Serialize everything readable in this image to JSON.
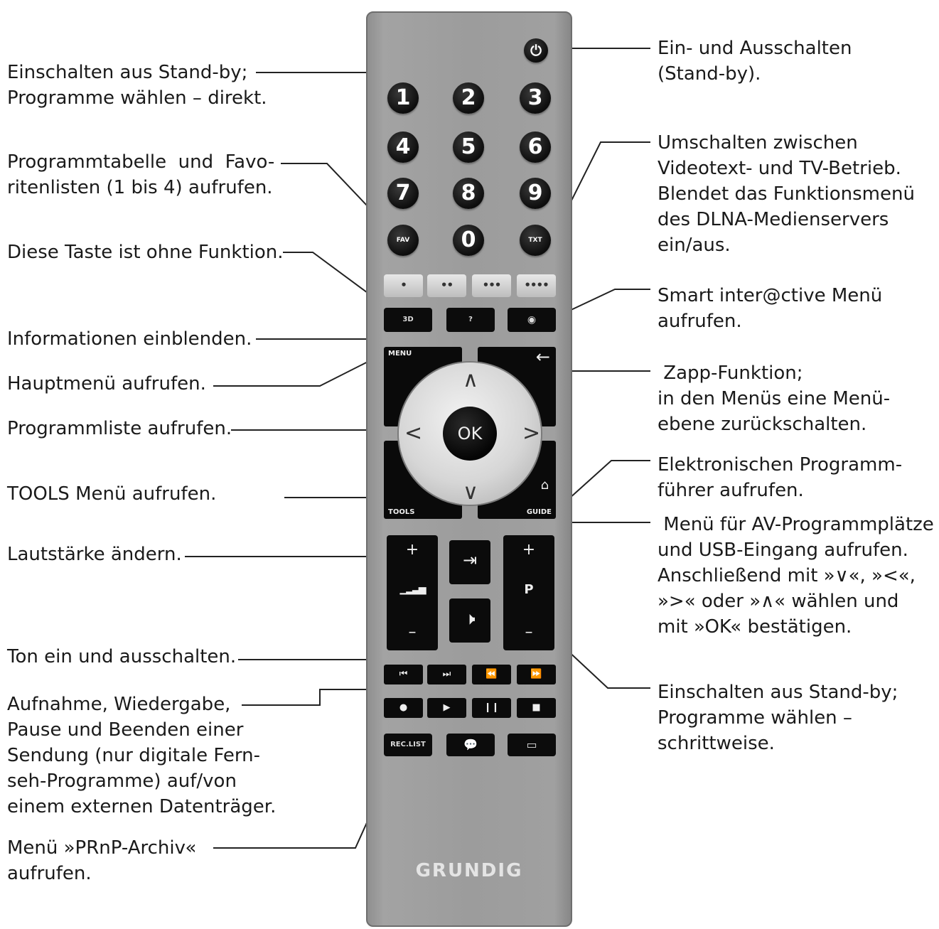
{
  "remote": {
    "brand": "GRUNDIG",
    "power_icon": "power-icon",
    "digits": [
      "1",
      "2",
      "3",
      "4",
      "5",
      "6",
      "7",
      "8",
      "9",
      "0"
    ],
    "fav_label": "FAV",
    "txt_label": "TXT",
    "color_keys": [
      "•",
      "••",
      "•••",
      "••••"
    ],
    "key_3d": "3D",
    "key_info": "?",
    "key_smart_icon": "globe-icon",
    "menu_label": "MENU",
    "back_icon": "back-arrow-icon",
    "ok_label": "OK",
    "tools_label": "TOOLS",
    "guide_label": "GUIDE",
    "plus": "+",
    "minus": "–",
    "p_label": "P",
    "source_icon": "source-input-icon",
    "mute_icon": "mute-icon",
    "reclist_label": "REC.LIST",
    "transport_icons": [
      "skip-back-icon",
      "skip-forward-icon",
      "rewind-icon",
      "fast-forward-icon",
      "record-icon",
      "play-icon",
      "pause-icon",
      "stop-icon"
    ],
    "bottom_icons": [
      "chat-icon",
      "subtitle-icon"
    ]
  },
  "labels": {
    "left": [
      "Einschalten aus Stand-by;\nProgramme wählen – direkt.",
      "Programmtabelle  und  Favo-\nritenlisten (1 bis 4) aufrufen.",
      "Diese Taste ist ohne Funktion.",
      "Informationen einblenden.",
      "Hauptmenü aufrufen.",
      "Programmliste aufrufen.",
      "TOOLS Menü aufrufen.",
      "Lautstärke ändern.",
      "Ton ein und ausschalten.",
      "Aufnahme, Wiedergabe,\nPause und Beenden einer\nSendung (nur digitale Fern-\nseh-Programme) auf/von\neinem externen Datenträger.",
      "Menü »PRnP-Archiv«\naufrufen."
    ],
    "right": [
      "Ein- und Ausschalten\n(Stand-by).",
      "Umschalten zwischen\nVideotext- und TV-Betrieb.\nBlendet das Funktionsmenü\ndes DLNA-Medienservers\nein/aus.",
      "Smart inter@ctive Menü\naufrufen.",
      " Zapp-Funktion;\nin den Menüs eine Menü-\nebene zurückschalten.",
      "Elektronischen Programm-\nführer aufrufen.",
      " Menü für AV-Programmplätze\nund USB-Eingang aufrufen.\nAnschließend mit »∨«, »<«,\n»>« oder »∧« wählen und\nmit »OK« bestätigen.",
      "Einschalten aus Stand-by;\nProgramme wählen –\nschrittweise."
    ]
  }
}
